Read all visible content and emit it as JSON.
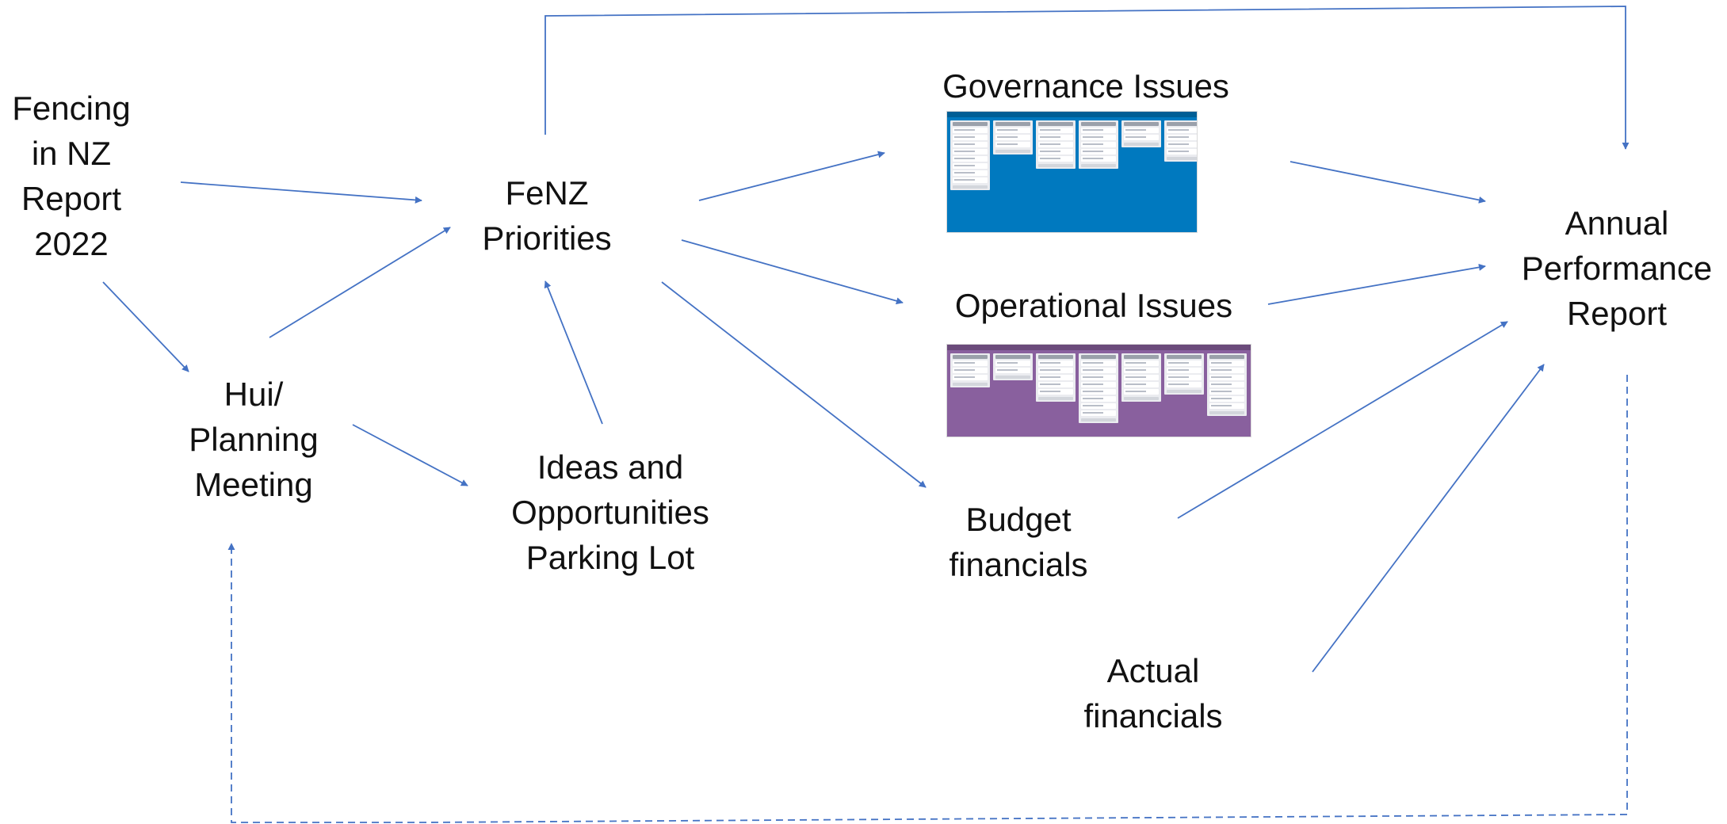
{
  "nodes": {
    "fencing_report": [
      "Fencing",
      "in NZ",
      "Report",
      "2022"
    ],
    "fenz_priorities": [
      "FeNZ",
      "Priorities"
    ],
    "hui_planning": [
      "Hui/",
      "Planning",
      "Meeting"
    ],
    "ideas_parking": [
      "Ideas and",
      "Opportunities",
      "Parking Lot"
    ],
    "governance_issues": [
      "Governance Issues"
    ],
    "operational_issues": [
      "Operational Issues"
    ],
    "budget_financials": [
      "Budget",
      "financials"
    ],
    "actual_financials": [
      "Actual",
      "financials"
    ],
    "annual_report": [
      "Annual",
      "Performance",
      "Report"
    ]
  },
  "boards": {
    "governance": {
      "background": "#0079bf",
      "columns": [
        8,
        3,
        5,
        5,
        2,
        4
      ]
    },
    "operational": {
      "background": "#89609e",
      "columns": [
        3,
        2,
        5,
        8,
        5,
        4,
        7
      ]
    }
  },
  "colors": {
    "arrow": "#4472c4",
    "text": "#111111"
  }
}
